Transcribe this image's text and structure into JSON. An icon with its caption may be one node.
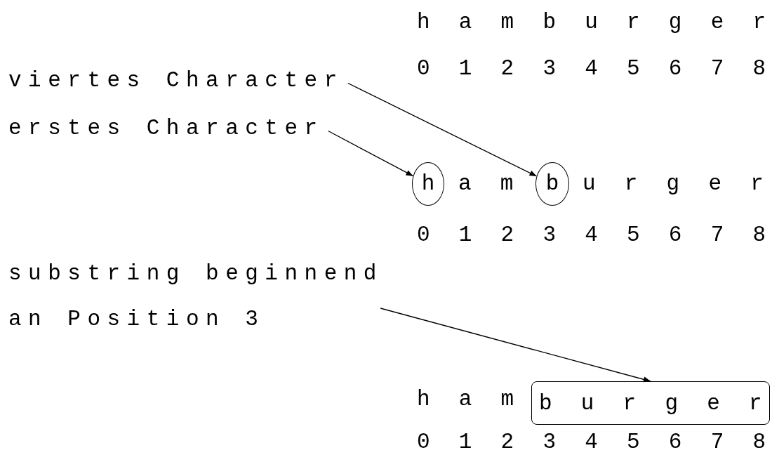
{
  "diagram": {
    "nodes": [
      {
        "text": [
          "viertes Character"
        ]
      },
      {
        "text": [
          "erstes Character"
        ]
      },
      {
        "text": [
          "h"
        ]
      },
      {
        "text": [
          "b"
        ]
      },
      {
        "text": [
          "substring beginnend an Position 3"
        ]
      },
      {
        "text": [
          "b u r g e r"
        ]
      }
    ],
    "edges": [
      {
        "from": 0,
        "to": 3,
        "arrow": "to"
      },
      {
        "from": 1,
        "to": 2,
        "arrow": "to"
      },
      {
        "from": 4,
        "to": 5,
        "arrow": "to"
      }
    ],
    "labels": [
      "h a m b u r g e r",
      "0 1 2 3 4 5 6 7 8",
      "a m",
      "u r g e r",
      "0 1 2 3 4 5 6 7 8",
      "h a m",
      "0 1 2 3 4 5 6 7 8"
    ]
  }
}
